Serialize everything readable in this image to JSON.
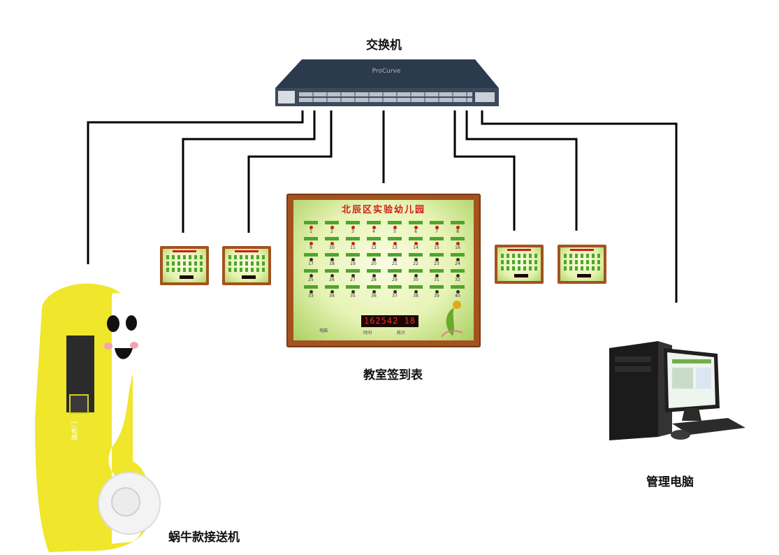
{
  "labels": {
    "switch": "交换机",
    "board": "教室签到表",
    "kiosk": "蜗牛款接送机",
    "pc": "管理电脑"
  },
  "switch": {
    "brand": "ProCurve"
  },
  "board": {
    "title": "北辰区实验幼儿园",
    "clock": "162542 18",
    "caption_left": "电脑",
    "caption_time": "时间",
    "caption_count": "统计",
    "numbers": [
      "1",
      "2",
      "3",
      "4",
      "5",
      "6",
      "7",
      "8",
      "9",
      "10",
      "11",
      "12",
      "13",
      "14",
      "15",
      "16",
      "17",
      "18",
      "19",
      "20",
      "21",
      "22",
      "23",
      "24",
      "25",
      "26",
      "27",
      "28",
      "29",
      "30",
      "31",
      "32",
      "33",
      "34",
      "35",
      "36",
      "37",
      "38",
      "39",
      "40"
    ]
  },
  "kiosk": {
    "brand": "路虎门"
  },
  "colors": {
    "wire": "#000000",
    "board_frame": "#a4521f",
    "kiosk_yellow": "#f0e62b",
    "led_red": "#ff2a1a"
  }
}
